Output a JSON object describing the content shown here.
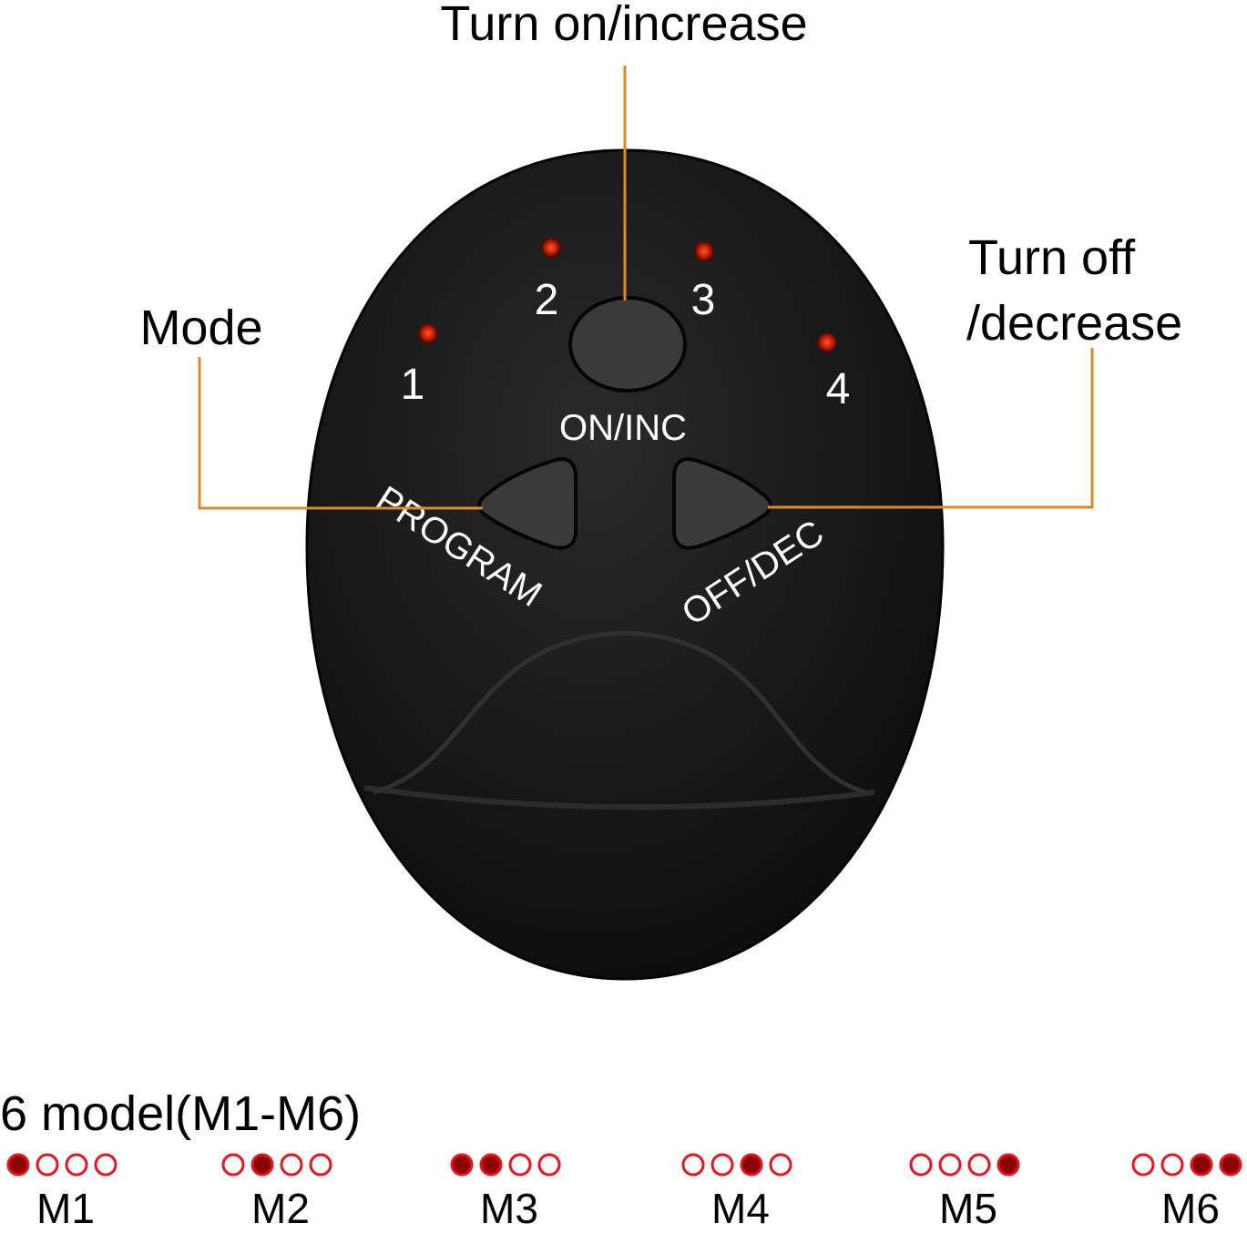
{
  "callouts": {
    "on_increase": "Turn on/increase",
    "mode": "Mode",
    "off_line1": "Turn off",
    "off_line2": "/decrease"
  },
  "device": {
    "led_numbers": [
      "1",
      "2",
      "3",
      "4"
    ],
    "on_inc_label": "ON/INC",
    "program_label": "PROGRAM",
    "off_dec_label": "OFF/DEC"
  },
  "modes": {
    "title": "6 model(M1-M6)",
    "items": [
      {
        "label": "M1",
        "leds": [
          1,
          0,
          0,
          0
        ]
      },
      {
        "label": "M2",
        "leds": [
          0,
          1,
          0,
          0
        ]
      },
      {
        "label": "M3",
        "leds": [
          1,
          1,
          0,
          0
        ]
      },
      {
        "label": "M4",
        "leds": [
          0,
          0,
          1,
          0
        ]
      },
      {
        "label": "M5",
        "leds": [
          0,
          0,
          0,
          1
        ]
      },
      {
        "label": "M6",
        "leds": [
          0,
          0,
          1,
          1
        ]
      }
    ]
  },
  "colors": {
    "callout_line": "#e08a1e",
    "led_on": "#8b0000",
    "led_ring": "#e8141e",
    "device_body": "#141414"
  }
}
